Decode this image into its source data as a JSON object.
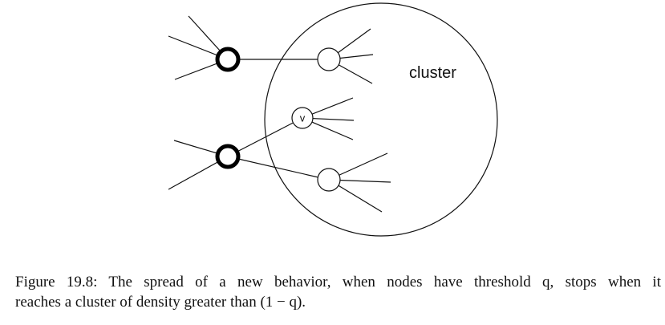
{
  "diagram": {
    "cluster_label": "cluster",
    "node_v_label": "v"
  },
  "caption": {
    "line1": "Figure 19.8:  The spread of a new behavior, when nodes have threshold q, stops when it",
    "line2": "reaches a cluster of density greater than (1 − q)."
  }
}
